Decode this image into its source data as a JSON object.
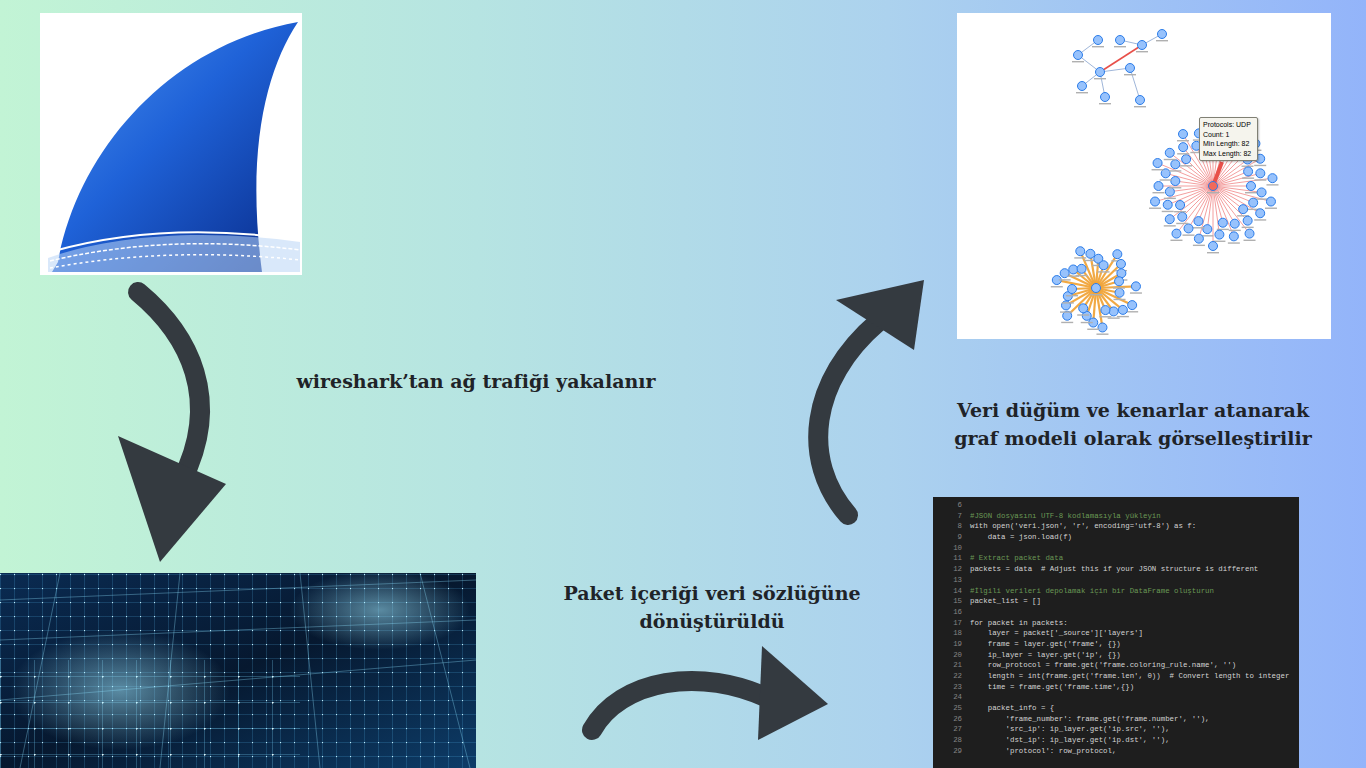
{
  "diagram": {
    "nodes": [
      {
        "text": [
          "6",
          "7",
          "#JSON dosyasını UTF-8 kodlamasıyla yükleyin",
          "8",
          "with open('veri.json', 'r', encoding='utf-8') as f:",
          "9",
          "data = json.load(f)",
          "10",
          "11",
          "# Extract packet data",
          "12",
          "packets = data  # Adjust this if your JSON structure is different",
          "13",
          "14",
          "#İlgili verileri depolamak için bir DataFrame oluşturun",
          "15",
          "packet_list = []",
          "16",
          "17",
          "for packet in packets:",
          "18",
          "layer = packet['_source']['layers']",
          "19",
          "frame = layer.get('frame', {})",
          "20",
          "ip_layer = layer.get('ip', {})",
          "21",
          "row_protocol = frame.get('frame.coloring_rule.name', '')",
          "22",
          "length = int(frame.get('frame.len', 0))  # Convert length to integer",
          "23",
          "time = frame.get('frame.time',{})",
          "24",
          "25",
          "packet_info = {",
          "26",
          "'frame_number': frame.get('frame.number', ''),",
          "27",
          "'src_ip': ip_layer.get('ip.src', ''),",
          "28",
          "'dst_ip': ip_layer.get('ip.dst', ''),",
          "29",
          "'protocol': row_protocol,"
        ]
      },
      {
        "text": [
          "Protocols: UDP",
          "Count: 1",
          "Min Length: 82",
          "Max Length: 82"
        ]
      }
    ],
    "labels": [
      "wireshark’tan ağ trafiği yakalanır",
      "Paket içeriği veri sözlüğüne dönüştürüldü",
      "Veri düğüm ve kenarlar atanarak graf modeli olarak görselleştirilir"
    ]
  }
}
